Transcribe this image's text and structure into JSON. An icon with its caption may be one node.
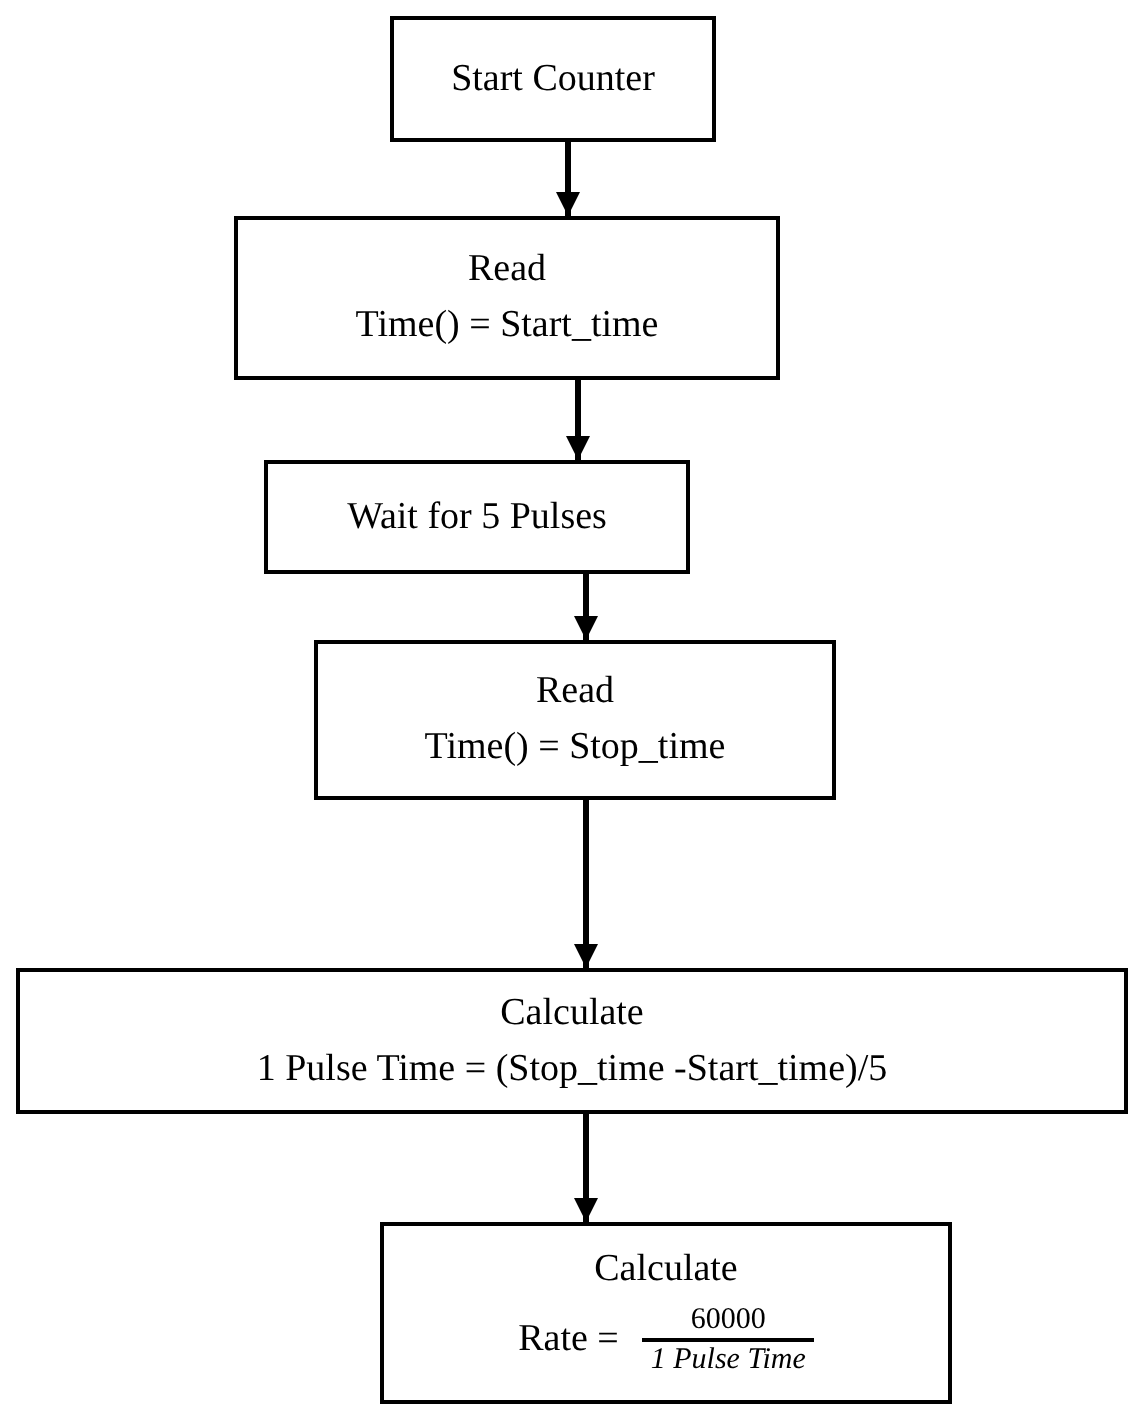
{
  "diagram": {
    "nodes": [
      {
        "text": [
          "Start Counter"
        ]
      },
      {
        "text": [
          "Read",
          "Time() = Start_time"
        ]
      },
      {
        "text": [
          "Wait for 5 Pulses"
        ]
      },
      {
        "text": [
          "Read",
          "Time() = Stop_time"
        ]
      },
      {
        "text": [
          "Calculate",
          "1 Pulse Time = (Stop_time -Start_time)/5"
        ]
      },
      {
        "text": [
          "Calculate",
          "Rate =",
          "60000",
          "1 Pulse Time"
        ]
      }
    ],
    "edges": [
      {
        "from": 0,
        "to": 1,
        "arrow": "to"
      },
      {
        "from": 1,
        "to": 2,
        "arrow": "to"
      },
      {
        "from": 2,
        "to": 3,
        "arrow": "to"
      },
      {
        "from": 3,
        "to": 4,
        "arrow": "to"
      },
      {
        "from": 4,
        "to": 5,
        "arrow": "to"
      }
    ]
  }
}
